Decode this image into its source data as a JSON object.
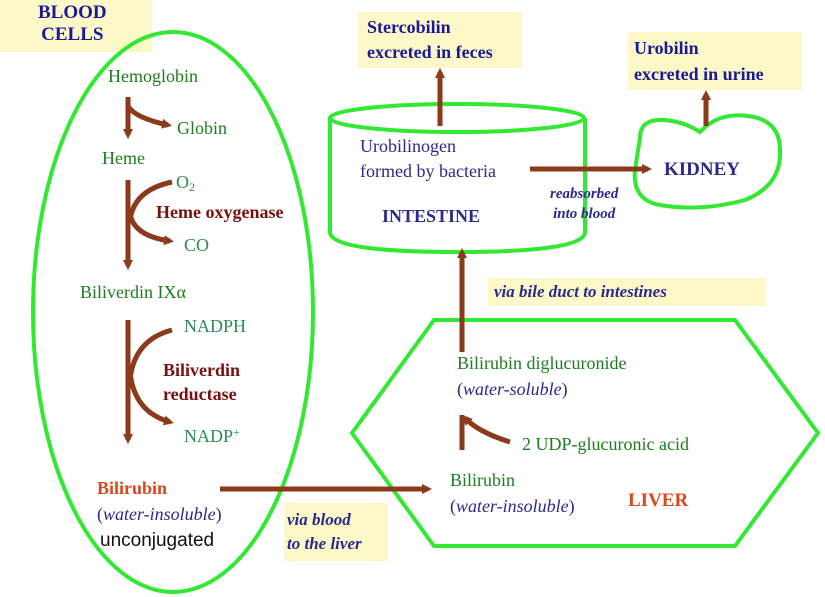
{
  "blood_cells": {
    "line1": "BLOOD",
    "line2": "CELLS"
  },
  "left": {
    "hemoglobin": "Hemoglobin",
    "globin": "Globin",
    "heme": "Heme",
    "o2_base": "O",
    "o2_sub": "2",
    "heme_oxygenase": "Heme oxygenase",
    "co": "CO",
    "biliverdin": "Biliverdin IXα",
    "nadph": "NADPH",
    "reductase_line1": "Biliverdin",
    "reductase_line2": "reductase",
    "nadp_base": "NADP",
    "nadp_sup": "+",
    "bilirubin": "Bilirubin",
    "water_insoluble_open": "(",
    "water_insoluble": "water-insoluble",
    "water_insoluble_close": ")",
    "unconjugated": "unconjugated"
  },
  "via_blood": {
    "line1": "via blood",
    "line2": "to the liver"
  },
  "liver": {
    "bilirubin": "Bilirubin",
    "water_insoluble_open": "(",
    "water_insoluble": "water-insoluble",
    "water_insoluble_close": ")",
    "label": "LIVER",
    "udp": "2 UDP-glucuronic acid",
    "diglucuronide": "Bilirubin diglucuronide",
    "water_soluble_open": "(",
    "water_soluble": "water-soluble",
    "water_soluble_close": ")"
  },
  "bile_duct": "via bile duct to intestines",
  "intestine": {
    "urobilinogen_line1": "Urobilinogen",
    "urobilinogen_line2": "formed by bacteria",
    "label": "INTESTINE"
  },
  "stercobilin": {
    "line1": "Stercobilin",
    "line2": "excreted in feces"
  },
  "reabsorbed": {
    "line1": "reabsorbed",
    "line2": "into blood"
  },
  "kidney": "KIDNEY",
  "urobilin": {
    "line1": "Urobilin",
    "line2": "excreted in urine"
  },
  "colors": {
    "outline": "#33e833",
    "arrow": "#8b3a1a",
    "label_box": "#fdf8c8",
    "dark_red": "#7a1010",
    "navy": "#2a2a8c"
  }
}
